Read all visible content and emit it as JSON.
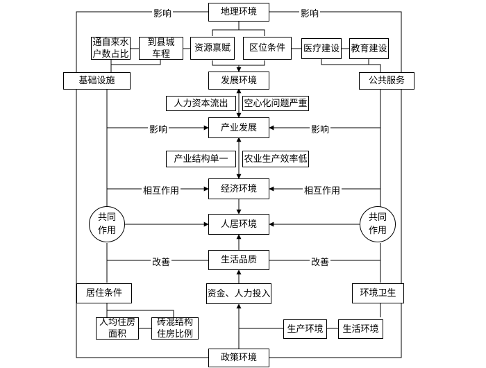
{
  "nodes": {
    "geo_env": "地理环境",
    "water": "通自来水\n户数占比",
    "county_dist": "到县城\n车程",
    "resources": "资源禀赋",
    "location": "区位条件",
    "medical": "医疗建设",
    "education": "教育建设",
    "infrastructure": "基础设施",
    "dev_env": "发展环境",
    "public_service": "公共服务",
    "hr_outflow": "人力资本流出",
    "hollowing": "空心化问题严重",
    "industry_dev": "产业发展",
    "single_structure": "产业结构单一",
    "agri_low": "农业生产效率低",
    "econ_env": "经济环境",
    "co_effect_left": "共同\n作用",
    "co_effect_right": "共同\n作用",
    "living_env": "人居环境",
    "life_quality": "生活品质",
    "housing_cond": "居住条件",
    "funds": "资金、人力投入",
    "env_health": "环境卫生",
    "per_capita": "人均住房\n面积",
    "brick_ratio": "砖混结构\n住房比例",
    "production_env": "生产环境",
    "life_env": "生活环境",
    "policy_env": "政策环境"
  },
  "labels": {
    "influence_tl": "影响",
    "influence_tr": "影响",
    "influence_ml": "影响",
    "influence_mr": "影响",
    "mutual_l": "相互作用",
    "mutual_r": "相互作用",
    "improve_l": "改善",
    "improve_r": "改善"
  }
}
